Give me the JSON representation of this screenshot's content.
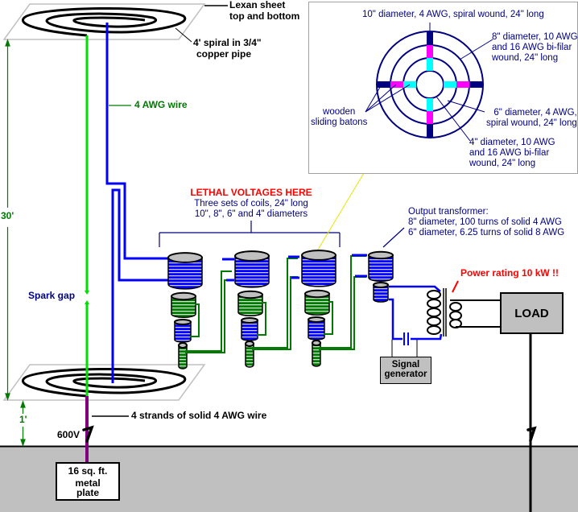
{
  "diagram": {
    "type": "tesla-coil-transmitter-schematic",
    "colors": {
      "ground": "#c0c0c0",
      "copper_spiral": "#000000",
      "lexan_sheet": "#c0c0c0",
      "spark_wire": "#00e000",
      "awg4_wire": "#0000ff",
      "coil_interconnect": "#007a00",
      "ground_strands": "#800080",
      "dimension_lines": "#007a00",
      "leader_line": "#ffff00",
      "warning_text": "#ff0000",
      "baton_outer": "#000080",
      "baton_mid": "#ff00ff",
      "baton_inner": "#00ffff"
    },
    "labels": {
      "lexan_sheet": [
        "Lexan sheet",
        "top and bottom"
      ],
      "spiral": [
        "4' spiral in 3/4\"",
        "copper pipe"
      ],
      "awg_wire": "4 AWG wire",
      "height_total": "30'",
      "height_base": "1'",
      "spark_gap": "Spark gap",
      "ground_strands": "4 strands of solid 4 AWG wire",
      "voltage": "600V",
      "ground_plate": [
        "16 sq. ft.",
        "metal",
        "plate"
      ],
      "lethal_warning": "LETHAL VOLTAGES HERE",
      "coil_sets": [
        "Three sets of coils, 24\" long",
        "10\", 8\", 6\" and 4\" diameters"
      ],
      "output_transformer": [
        "Output transformer:",
        "8\" diameter, 100 turns of solid 4 AWG",
        "6\" diameter, 6.25 turns of solid 8 AWG"
      ],
      "power_rating": "Power rating 10 kW !!",
      "load": "LOAD",
      "signal_generator": [
        "Signal",
        "generator"
      ]
    },
    "inset": {
      "title": "coil cross-section",
      "labels": {
        "coil_10": "10\" diameter, 4 AWG, spiral wound, 24\" long",
        "coil_8": [
          "8\" diameter, 10 AWG",
          "and 16 AWG bi-filar",
          "wound, 24\" long"
        ],
        "coil_6": [
          "6\" diameter, 4 AWG,",
          "spiral wound, 24\" long"
        ],
        "coil_4": [
          "4\" diameter, 10 AWG",
          "and 16 AWG bi-filar",
          "wound, 24\" long"
        ],
        "batons": [
          "wooden",
          "sliding batons"
        ]
      }
    }
  }
}
